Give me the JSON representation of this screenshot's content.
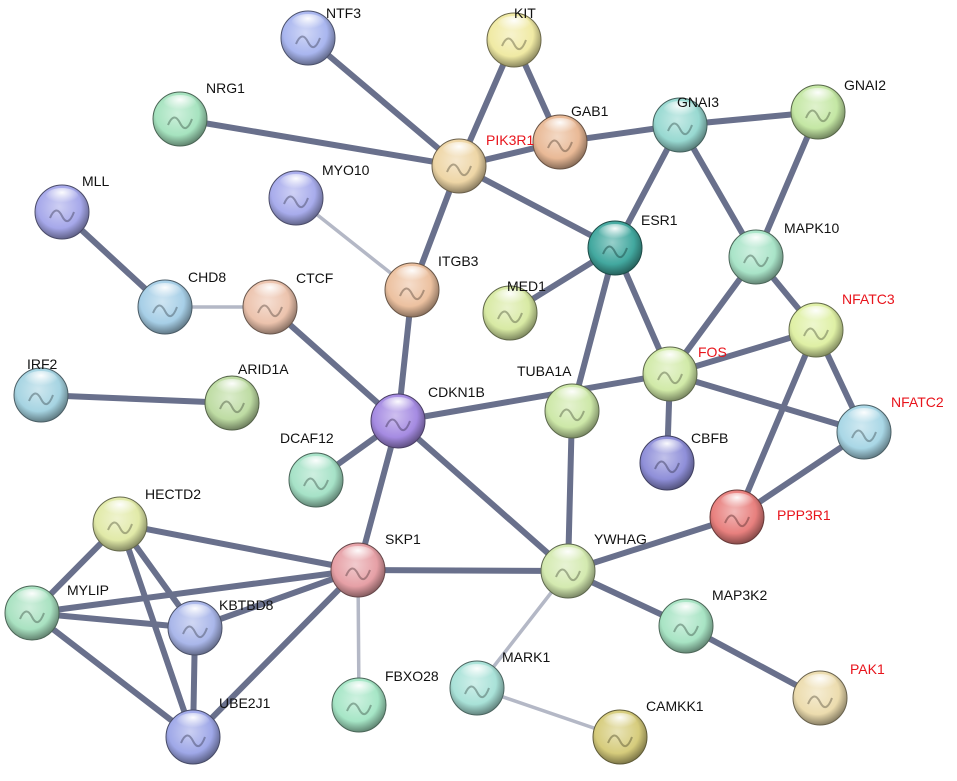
{
  "colors": {
    "edge_strong": "#69708c",
    "edge_weak": "#b4b8c6",
    "label_default": "#111111",
    "label_highlight": "#e8141c"
  },
  "nodes": [
    {
      "id": "NTF3",
      "label": "NTF3",
      "color": "#a9b6ef",
      "highlight": false
    },
    {
      "id": "KIT",
      "label": "KIT",
      "color": "#f0eaa4",
      "highlight": false
    },
    {
      "id": "NRG1",
      "label": "NRG1",
      "color": "#a6e3bf",
      "highlight": false
    },
    {
      "id": "GAB1",
      "label": "GAB1",
      "color": "#e9b996",
      "highlight": false
    },
    {
      "id": "PIK3R1",
      "label": "PIK3R1",
      "color": "#eed6a6",
      "highlight": true
    },
    {
      "id": "GNAI3",
      "label": "GNAI3",
      "color": "#98d9d1",
      "highlight": false
    },
    {
      "id": "GNAI2",
      "label": "GNAI2",
      "color": "#c4e7a4",
      "highlight": false
    },
    {
      "id": "MYO10",
      "label": "MYO10",
      "color": "#a8acec",
      "highlight": false
    },
    {
      "id": "MLL",
      "label": "MLL",
      "color": "#a6a8ea",
      "highlight": false
    },
    {
      "id": "ESR1",
      "label": "ESR1",
      "color": "#42a89f",
      "highlight": false
    },
    {
      "id": "MAPK10",
      "label": "MAPK10",
      "color": "#a9e4c8",
      "highlight": false
    },
    {
      "id": "ITGB3",
      "label": "ITGB3",
      "color": "#ecc1a0",
      "highlight": false
    },
    {
      "id": "CHD8",
      "label": "CHD8",
      "color": "#a7cfe7",
      "highlight": false
    },
    {
      "id": "CTCF",
      "label": "CTCF",
      "color": "#ecc3ad",
      "highlight": false
    },
    {
      "id": "MED1",
      "label": "MED1",
      "color": "#d8eaa4",
      "highlight": false
    },
    {
      "id": "NFATC3",
      "label": "NFATC3",
      "color": "#dff0a5",
      "highlight": true
    },
    {
      "id": "FOS",
      "label": "FOS",
      "color": "#d1eaa8",
      "highlight": true
    },
    {
      "id": "IRF2",
      "label": "IRF2",
      "color": "#a6d4e2",
      "highlight": false
    },
    {
      "id": "ARID1A",
      "label": "ARID1A",
      "color": "#bedca3",
      "highlight": false
    },
    {
      "id": "CDKN1B",
      "label": "CDKN1B",
      "color": "#a58be2",
      "highlight": false
    },
    {
      "id": "TUBA1A",
      "label": "TUBA1A",
      "color": "#cde8a8",
      "highlight": false
    },
    {
      "id": "NFATC2",
      "label": "NFATC2",
      "color": "#a9d7e6",
      "highlight": true
    },
    {
      "id": "DCAF12",
      "label": "DCAF12",
      "color": "#a6e2c7",
      "highlight": false
    },
    {
      "id": "CBFB",
      "label": "CBFB",
      "color": "#8f8fd9",
      "highlight": false
    },
    {
      "id": "HECTD2",
      "label": "HECTD2",
      "color": "#e1eaa8",
      "highlight": false
    },
    {
      "id": "SKP1",
      "label": "SKP1",
      "color": "#e6a0a6",
      "highlight": false
    },
    {
      "id": "YWHAG",
      "label": "YWHAG",
      "color": "#d4eab0",
      "highlight": false
    },
    {
      "id": "PPP3R1",
      "label": "PPP3R1",
      "color": "#e8807e",
      "highlight": true
    },
    {
      "id": "MYLIP",
      "label": "MYLIP",
      "color": "#a9e2c1",
      "highlight": false
    },
    {
      "id": "KBTBD8",
      "label": "KBTBD8",
      "color": "#aab7ea",
      "highlight": false
    },
    {
      "id": "MAP3K2",
      "label": "MAP3K2",
      "color": "#a8e4c4",
      "highlight": false
    },
    {
      "id": "FBXO28",
      "label": "FBXO28",
      "color": "#a6e6c6",
      "highlight": false
    },
    {
      "id": "MARK1",
      "label": "MARK1",
      "color": "#a9e2d8",
      "highlight": false
    },
    {
      "id": "PAK1",
      "label": "PAK1",
      "color": "#ecdcae",
      "highlight": true
    },
    {
      "id": "CAMKK1",
      "label": "CAMKK1",
      "color": "#d6cc7c",
      "highlight": false
    },
    {
      "id": "UBE2J1",
      "label": "UBE2J1",
      "color": "#9fa8e8",
      "highlight": false
    }
  ],
  "edges": [
    {
      "source": "NTF3",
      "target": "PIK3R1",
      "strength": "strong"
    },
    {
      "source": "NRG1",
      "target": "PIK3R1",
      "strength": "strong"
    },
    {
      "source": "KIT",
      "target": "PIK3R1",
      "strength": "strong"
    },
    {
      "source": "KIT",
      "target": "GAB1",
      "strength": "strong"
    },
    {
      "source": "PIK3R1",
      "target": "GAB1",
      "strength": "strong"
    },
    {
      "source": "GAB1",
      "target": "GNAI3",
      "strength": "strong"
    },
    {
      "source": "GNAI3",
      "target": "GNAI2",
      "strength": "strong"
    },
    {
      "source": "PIK3R1",
      "target": "ESR1",
      "strength": "strong"
    },
    {
      "source": "PIK3R1",
      "target": "ITGB3",
      "strength": "strong"
    },
    {
      "source": "MYO10",
      "target": "ITGB3",
      "strength": "weak"
    },
    {
      "source": "ITGB3",
      "target": "CDKN1B",
      "strength": "strong"
    },
    {
      "source": "GNAI3",
      "target": "ESR1",
      "strength": "strong"
    },
    {
      "source": "GNAI3",
      "target": "MAPK10",
      "strength": "strong"
    },
    {
      "source": "GNAI2",
      "target": "MAPK10",
      "strength": "strong"
    },
    {
      "source": "ESR1",
      "target": "MED1",
      "strength": "strong"
    },
    {
      "source": "ESR1",
      "target": "TUBA1A",
      "strength": "strong"
    },
    {
      "source": "ESR1",
      "target": "FOS",
      "strength": "strong"
    },
    {
      "source": "MAPK10",
      "target": "FOS",
      "strength": "strong"
    },
    {
      "source": "MAPK10",
      "target": "NFATC3",
      "strength": "strong"
    },
    {
      "source": "MLL",
      "target": "CHD8",
      "strength": "strong"
    },
    {
      "source": "CHD8",
      "target": "CTCF",
      "strength": "weak"
    },
    {
      "source": "CTCF",
      "target": "CDKN1B",
      "strength": "strong"
    },
    {
      "source": "IRF2",
      "target": "ARID1A",
      "strength": "strong"
    },
    {
      "source": "CDKN1B",
      "target": "FOS",
      "strength": "strong"
    },
    {
      "source": "CDKN1B",
      "target": "DCAF12",
      "strength": "strong"
    },
    {
      "source": "CDKN1B",
      "target": "SKP1",
      "strength": "strong"
    },
    {
      "source": "CDKN1B",
      "target": "YWHAG",
      "strength": "strong"
    },
    {
      "source": "FOS",
      "target": "NFATC3",
      "strength": "strong"
    },
    {
      "source": "FOS",
      "target": "NFATC2",
      "strength": "strong"
    },
    {
      "source": "FOS",
      "target": "CBFB",
      "strength": "strong"
    },
    {
      "source": "NFATC3",
      "target": "NFATC2",
      "strength": "strong"
    },
    {
      "source": "NFATC3",
      "target": "PPP3R1",
      "strength": "strong"
    },
    {
      "source": "NFATC2",
      "target": "PPP3R1",
      "strength": "strong"
    },
    {
      "source": "TUBA1A",
      "target": "YWHAG",
      "strength": "strong"
    },
    {
      "source": "YWHAG",
      "target": "PPP3R1",
      "strength": "strong"
    },
    {
      "source": "YWHAG",
      "target": "SKP1",
      "strength": "strong"
    },
    {
      "source": "YWHAG",
      "target": "MAP3K2",
      "strength": "strong"
    },
    {
      "source": "YWHAG",
      "target": "MARK1",
      "strength": "weak"
    },
    {
      "source": "MAP3K2",
      "target": "PAK1",
      "strength": "strong"
    },
    {
      "source": "MARK1",
      "target": "CAMKK1",
      "strength": "weak"
    },
    {
      "source": "SKP1",
      "target": "FBXO28",
      "strength": "weak"
    },
    {
      "source": "SKP1",
      "target": "HECTD2",
      "strength": "strong"
    },
    {
      "source": "SKP1",
      "target": "MYLIP",
      "strength": "strong"
    },
    {
      "source": "SKP1",
      "target": "KBTBD8",
      "strength": "strong"
    },
    {
      "source": "SKP1",
      "target": "UBE2J1",
      "strength": "strong"
    },
    {
      "source": "HECTD2",
      "target": "MYLIP",
      "strength": "strong"
    },
    {
      "source": "HECTD2",
      "target": "KBTBD8",
      "strength": "strong"
    },
    {
      "source": "HECTD2",
      "target": "UBE2J1",
      "strength": "strong"
    },
    {
      "source": "MYLIP",
      "target": "KBTBD8",
      "strength": "strong"
    },
    {
      "source": "MYLIP",
      "target": "UBE2J1",
      "strength": "strong"
    },
    {
      "source": "KBTBD8",
      "target": "UBE2J1",
      "strength": "strong"
    }
  ]
}
